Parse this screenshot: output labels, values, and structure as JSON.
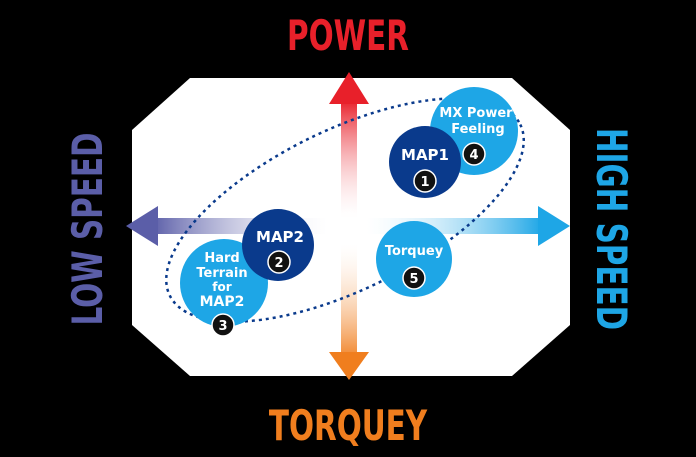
{
  "axes": {
    "top": "POWER",
    "bottom": "TORQUEY",
    "left": "LOW SPEED",
    "right": "HIGH SPEED"
  },
  "colors": {
    "background": "#000000",
    "panel": "#ffffff",
    "power": "#e8202a",
    "torquey": "#f07e1e",
    "low_speed": "#5b5ea8",
    "high_speed": "#1ea6e6",
    "dark_node": "#0a3a8c",
    "light_node": "#1ea6e6",
    "ellipse": "#0a3a8c"
  },
  "nodes": {
    "map1": {
      "label": "MAP1",
      "badge": "1"
    },
    "map2": {
      "label": "MAP2",
      "badge": "2"
    },
    "hard": {
      "line1": "Hard",
      "line2": "Terrain",
      "line3": "for",
      "line4": "MAP2",
      "badge": "3"
    },
    "mx": {
      "line1": "MX Power",
      "line2": "Feeling",
      "badge": "4"
    },
    "torquey": {
      "label": "Torquey",
      "badge": "5"
    }
  }
}
